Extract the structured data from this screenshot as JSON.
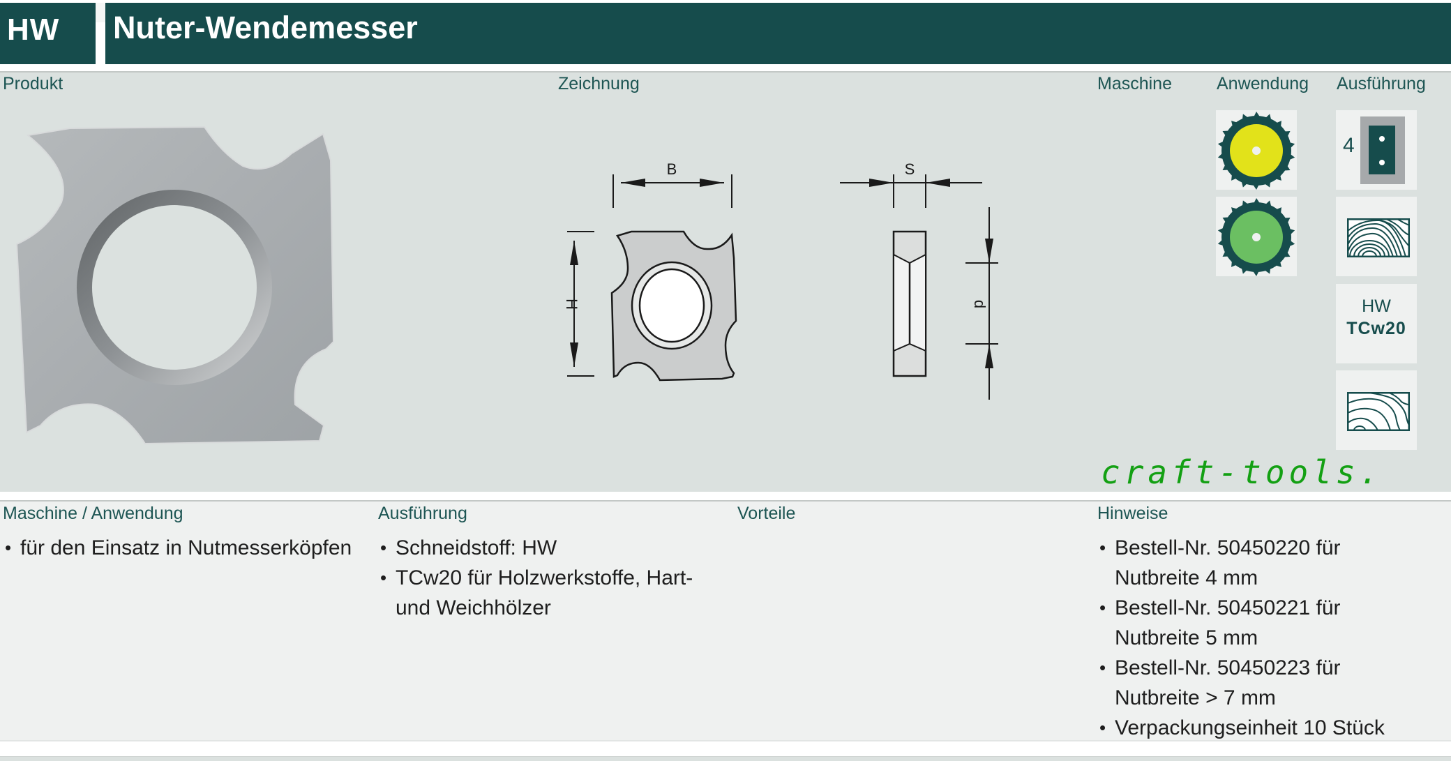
{
  "header": {
    "code": "HW",
    "title": "Nuter-Wendemesser",
    "color": "#164c4c"
  },
  "top_section": {
    "labels": {
      "produkt": "Produkt",
      "zeichnung": "Zeichnung",
      "maschine": "Maschine",
      "anwendung": "Anwendung",
      "ausfuehrung": "Ausführung"
    },
    "drawing": {
      "dim_B": "B",
      "dim_H": "H",
      "dim_S": "S",
      "dim_d": "d"
    },
    "anwendung_icons": [
      {
        "icon": "saw-blade-yellow-icon",
        "color": "#e2e21a"
      },
      {
        "icon": "saw-blade-green-icon",
        "color": "#6bbf62"
      }
    ],
    "ausfuehrung_icons": [
      {
        "icon": "cutter-count-icon",
        "count": "4"
      },
      {
        "icon": "wood-grain-fine-icon"
      },
      {
        "icon": "material-grade",
        "line1": "HW",
        "line2": "TCw20"
      },
      {
        "icon": "wood-grain-coarse-icon"
      }
    ],
    "brand": "craft-tools.",
    "brand_color": "#13a013"
  },
  "bottom_section": {
    "columns": [
      {
        "heading": "Maschine / Anwendung",
        "items": [
          "für den Einsatz in Nutmesserköpfen"
        ]
      },
      {
        "heading": "Ausführung",
        "items": [
          "Schneidstoff: HW",
          "TCw20 für Holzwerkstoffe, Hart- und Weichhölzer"
        ]
      },
      {
        "heading": "Vorteile",
        "items": []
      },
      {
        "heading": "Hinweise",
        "items": [
          "Bestell-Nr. 50450220 für Nutbreite 4 mm",
          "Bestell-Nr. 50450221 für Nutbreite 5 mm",
          "Bestell-Nr. 50450223 für Nutbreite > 7 mm",
          "Verpackungseinheit 10 Stück"
        ]
      }
    ]
  }
}
